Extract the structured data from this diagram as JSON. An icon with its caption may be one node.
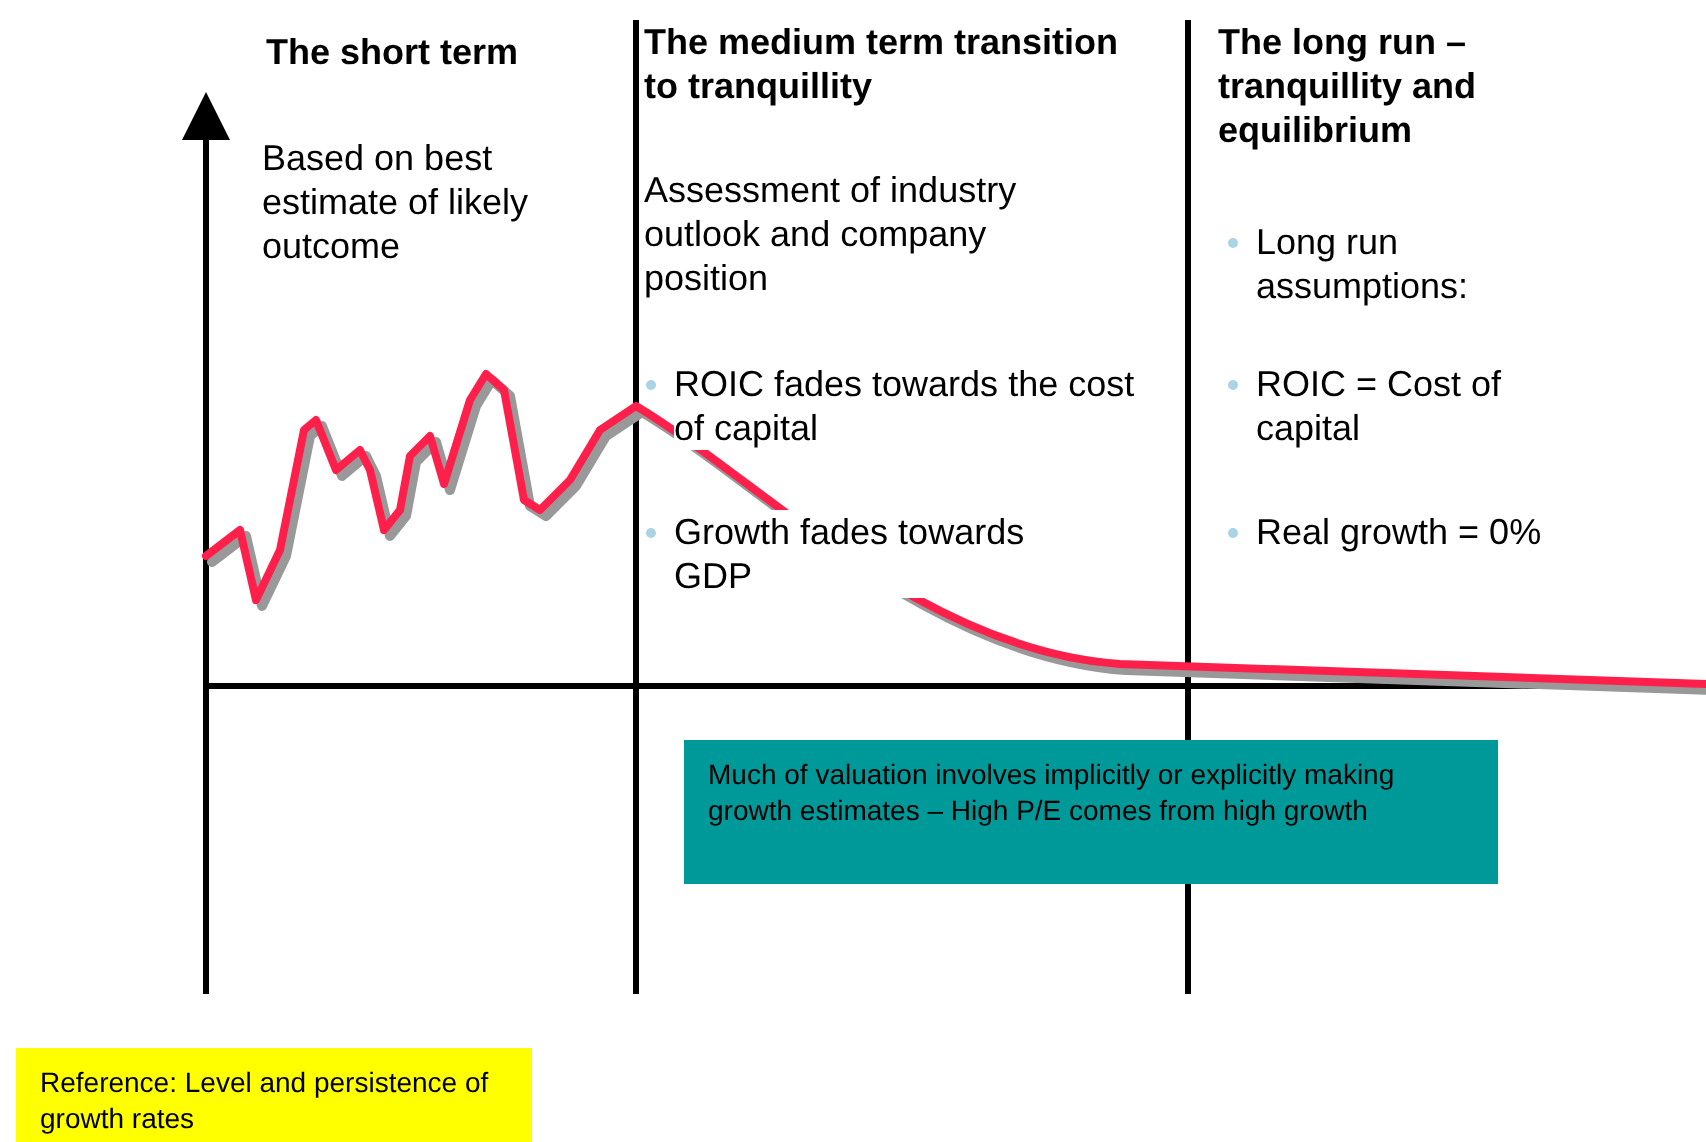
{
  "diagram": {
    "nodes": [
      {
        "text": [
          "Much of valuation involves implicitly or explicitly making growth estimates – High P/E comes from high growth"
        ]
      },
      {
        "text": [
          "Reference: Level and persistence of growth rates"
        ]
      }
    ],
    "labels": [
      "The short term",
      "The medium term transition to tranquillity",
      "The long run – tranquillity and equilibrium",
      "Based on best estimate of likely outcome",
      "Assessment of industry outlook and company position",
      "ROIC fades towards the cost of capital",
      "Growth fades towards GDP",
      "Long run assumptions:",
      "ROIC = Cost of capital",
      "Real growth = 0%"
    ]
  }
}
